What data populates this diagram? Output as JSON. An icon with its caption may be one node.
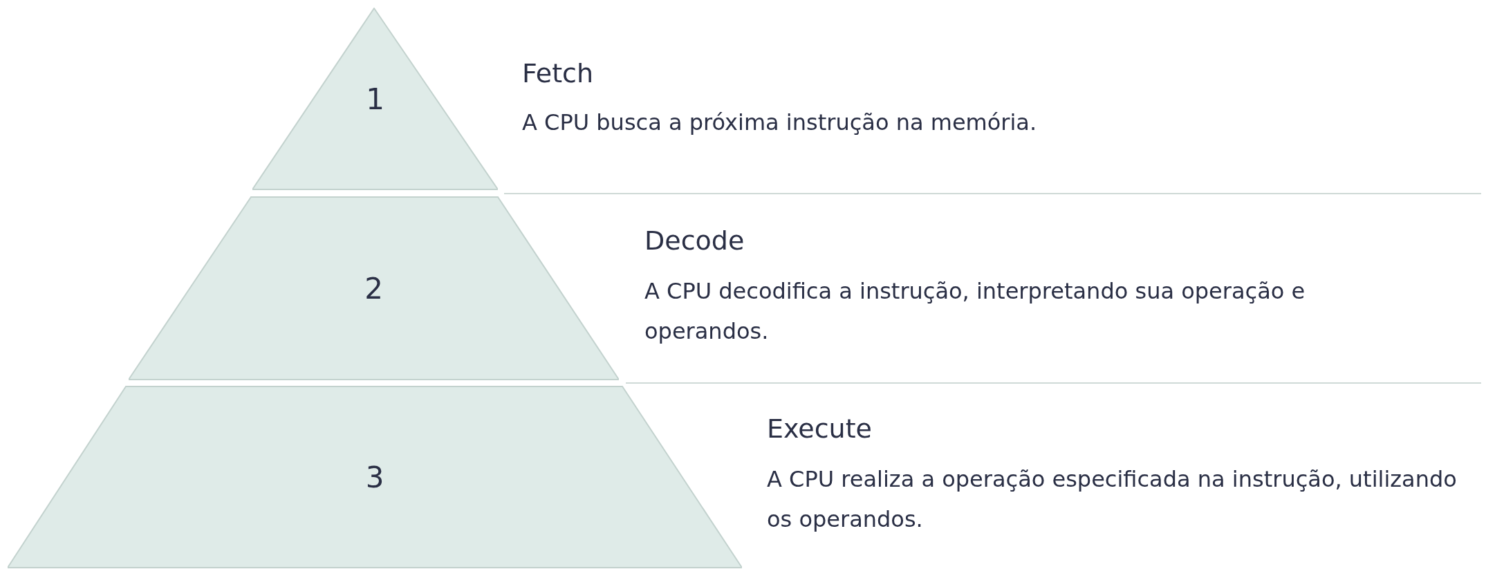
{
  "diagram": {
    "nodes": [
      {
        "text": [
          "1"
        ],
        "beside": [
          "Fetch",
          "A CPU busca a próxima instrução na memória."
        ]
      },
      {
        "text": [
          "2"
        ],
        "beside": [
          "Decode",
          "A CPU decodifica a instrução, interpretando sua operação e operandos."
        ]
      },
      {
        "text": [
          "3"
        ],
        "beside": [
          "Execute",
          "A CPU realiza a operação especificada na instrução, utilizando os operandos."
        ]
      }
    ],
    "edges": []
  }
}
